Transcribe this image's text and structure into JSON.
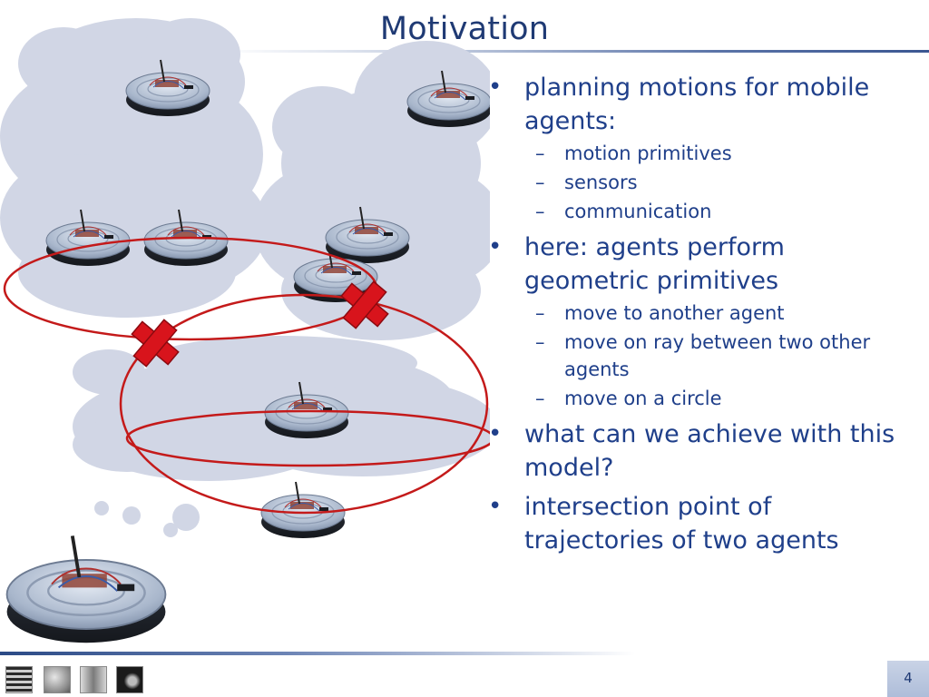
{
  "slide": {
    "title": "Motivation",
    "page_number": "4"
  },
  "bullets": [
    {
      "text": "planning motions for mobile agents:",
      "sub": [
        "motion primitives",
        "sensors",
        "communication"
      ]
    },
    {
      "text": "here: agents perform geometric primitives",
      "sub": [
        "move to another agent",
        "move on ray between two other agents",
        "move on a circle"
      ]
    },
    {
      "text": "what can we achieve with this model?",
      "sub": []
    },
    {
      "text": "intersection point of trajectories of two agents",
      "sub": []
    }
  ],
  "markers": {
    "bullet": "•",
    "dash": "–"
  },
  "colors": {
    "title": "#1f3a74",
    "text": "#1f3f8a",
    "cloud": "#d1d6e5",
    "trajectory": "#c41a1a",
    "cross": "#d8141c"
  },
  "illustration": {
    "robot_icon": "robot-icon",
    "cross_icon": "red-cross-icon",
    "cloud_icon": "thought-cloud-icon"
  },
  "footer": {
    "thumbnails": [
      "thumbnail-1",
      "thumbnail-2",
      "thumbnail-3",
      "thumbnail-4"
    ]
  }
}
